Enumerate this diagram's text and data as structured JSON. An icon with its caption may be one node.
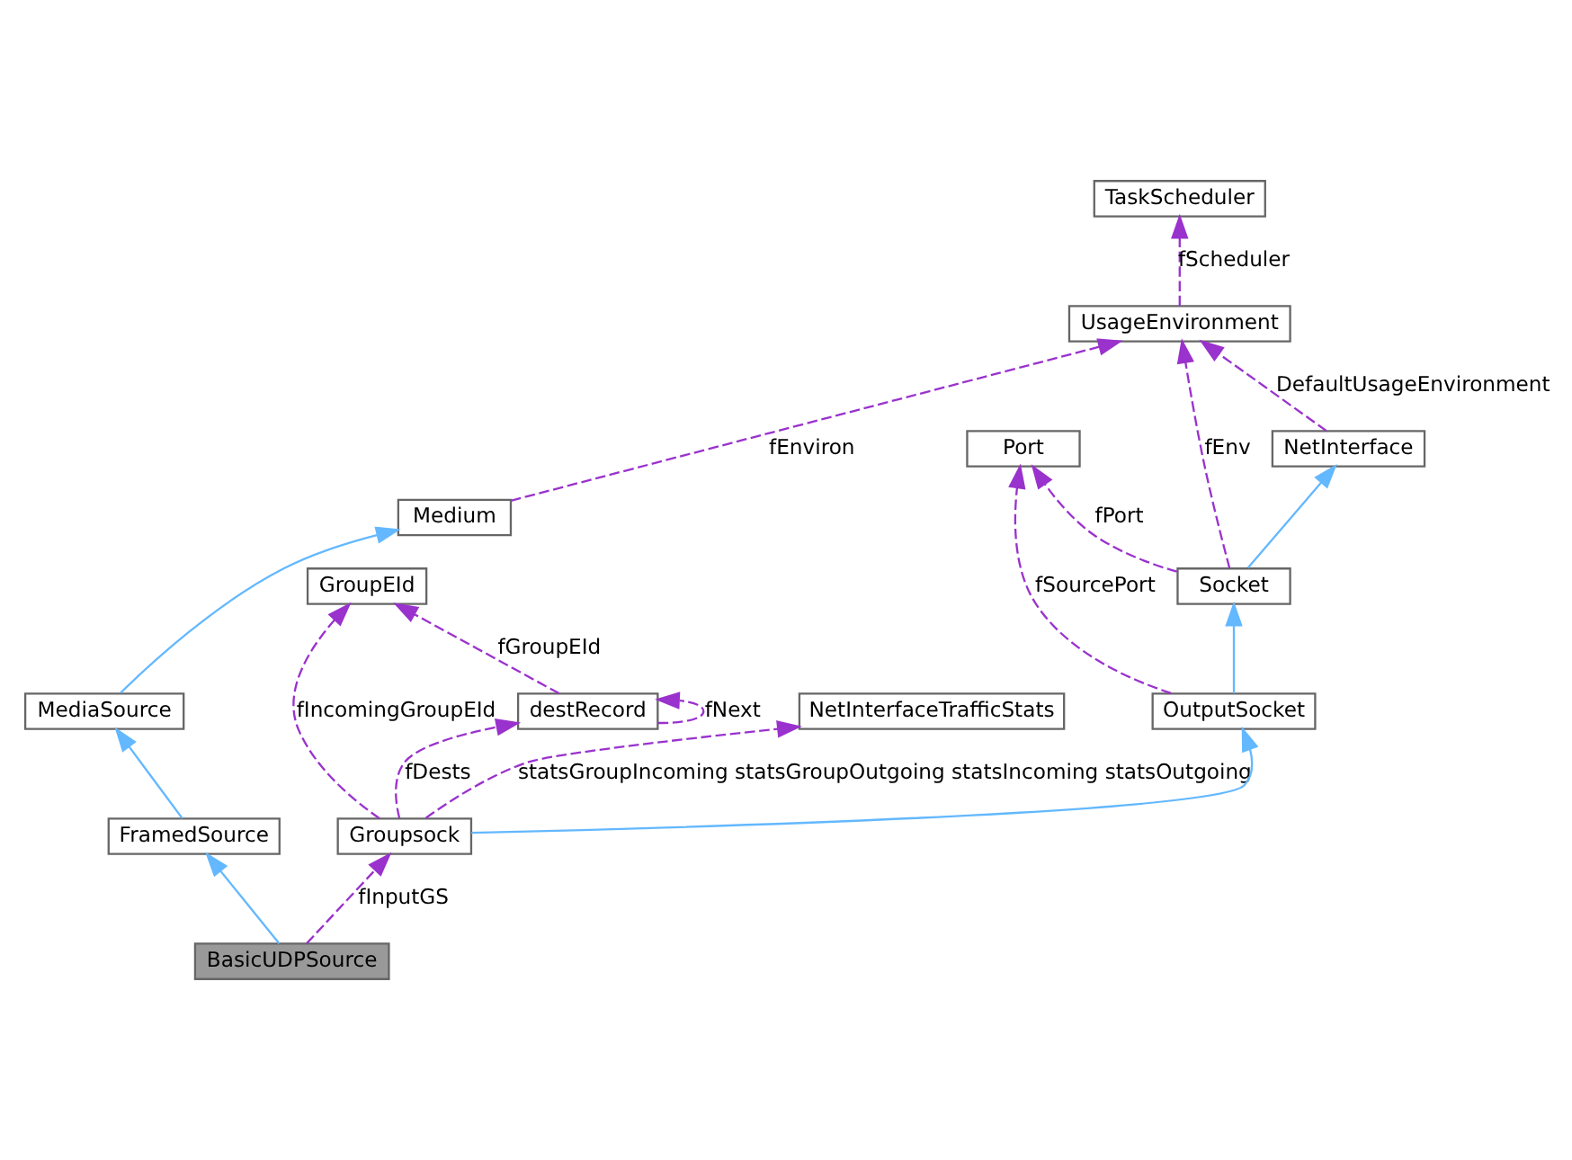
{
  "diagram": {
    "nodes": [
      {
        "text": [
          "TaskScheduler"
        ]
      },
      {
        "text": [
          "UsageEnvironment"
        ]
      },
      {
        "text": [
          "Port"
        ]
      },
      {
        "text": [
          "NetInterface"
        ]
      },
      {
        "text": [
          "Medium"
        ]
      },
      {
        "text": [
          "GroupEId"
        ]
      },
      {
        "text": [
          "Socket"
        ]
      },
      {
        "text": [
          "MediaSource"
        ]
      },
      {
        "text": [
          "destRecord"
        ]
      },
      {
        "text": [
          "NetInterfaceTrafficStats"
        ]
      },
      {
        "text": [
          "OutputSocket"
        ]
      },
      {
        "text": [
          "FramedSource"
        ]
      },
      {
        "text": [
          "Groupsock"
        ]
      },
      {
        "text": [
          "BasicUDPSource"
        ]
      }
    ],
    "edges": [
      {
        "from": 1,
        "to": 0,
        "arrow": "to",
        "label": "fScheduler",
        "style": "dashed"
      },
      {
        "from": 3,
        "to": 1,
        "arrow": "to",
        "label": "DefaultUsageEnvironment",
        "style": "dashed"
      },
      {
        "from": 4,
        "to": 1,
        "arrow": "to",
        "label": "fEnviron",
        "style": "dashed"
      },
      {
        "from": 6,
        "to": 1,
        "arrow": "to",
        "label": "fEnv",
        "style": "dashed"
      },
      {
        "from": 6,
        "to": 2,
        "arrow": "to",
        "label": "fPort",
        "style": "dashed"
      },
      {
        "from": 6,
        "to": 3,
        "arrow": "to",
        "color": "#63b8ff"
      },
      {
        "from": 7,
        "to": 4,
        "arrow": "to",
        "color": "#63b8ff"
      },
      {
        "from": 8,
        "to": 5,
        "arrow": "to",
        "label": "fGroupEId",
        "style": "dashed"
      },
      {
        "from": 8,
        "to": 8,
        "arrow": "to",
        "label": "fNext",
        "style": "dashed"
      },
      {
        "from": 10,
        "to": 2,
        "arrow": "to",
        "label": "fSourcePort",
        "style": "dashed"
      },
      {
        "from": 10,
        "to": 6,
        "arrow": "to",
        "color": "#63b8ff"
      },
      {
        "from": 11,
        "to": 7,
        "arrow": "to",
        "color": "#63b8ff"
      },
      {
        "from": 12,
        "to": 5,
        "arrow": "to",
        "label": "fIncomingGroupEId",
        "style": "dashed"
      },
      {
        "from": 12,
        "to": 8,
        "arrow": "to",
        "label": "fDests",
        "style": "dashed"
      },
      {
        "from": 12,
        "to": 9,
        "arrow": "to",
        "label": "statsGroupIncoming statsGroupOutgoing statsIncoming statsOutgoing",
        "style": "dashed"
      },
      {
        "from": 12,
        "to": 10,
        "arrow": "to",
        "color": "#63b8ff"
      },
      {
        "from": 13,
        "to": 12,
        "arrow": "to",
        "label": "fInputGS",
        "style": "dashed"
      },
      {
        "from": 13,
        "to": 11,
        "arrow": "to",
        "color": "#63b8ff"
      }
    ]
  }
}
